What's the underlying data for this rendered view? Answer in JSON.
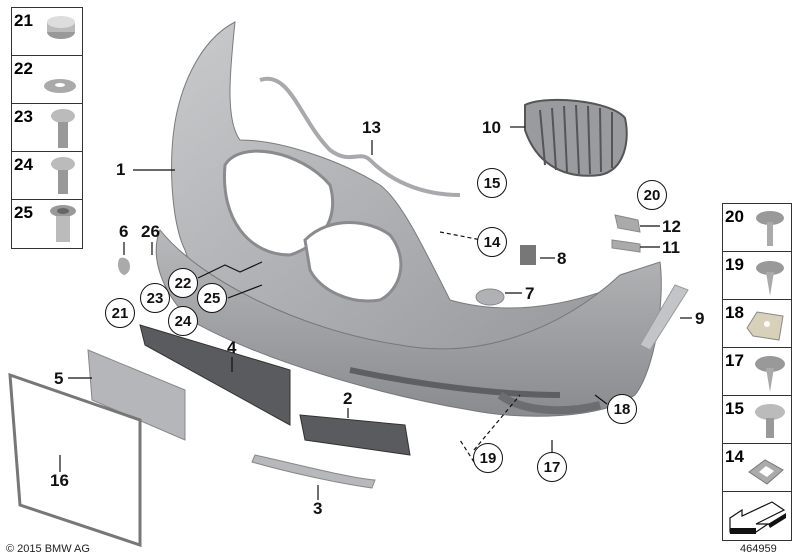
{
  "left_panel": {
    "items": [
      {
        "num": "21",
        "icon": "cap-icon"
      },
      {
        "num": "22",
        "icon": "washer-icon"
      },
      {
        "num": "23",
        "icon": "screw-icon"
      },
      {
        "num": "24",
        "icon": "screw-icon"
      },
      {
        "num": "25",
        "icon": "sleeve-nut-icon"
      }
    ]
  },
  "right_panel": {
    "items": [
      {
        "num": "20",
        "icon": "hex-screw-icon"
      },
      {
        "num": "19",
        "icon": "hex-screw-icon"
      },
      {
        "num": "18",
        "icon": "clip-nut-icon"
      },
      {
        "num": "17",
        "icon": "hex-screw-icon"
      },
      {
        "num": "15",
        "icon": "pan-screw-icon"
      },
      {
        "num": "14",
        "icon": "square-nut-icon"
      }
    ],
    "arrow_icon": "direction-arrow-icon"
  },
  "callouts": {
    "c1": "1",
    "c2": "2",
    "c3": "3",
    "c4": "4",
    "c5": "5",
    "c6": "6",
    "c7": "7",
    "c8": "8",
    "c9": "9",
    "c10": "10",
    "c11": "11",
    "c12": "12",
    "c13": "13",
    "c16": "16",
    "c26": "26"
  },
  "circled": {
    "c14": "14",
    "c15": "15",
    "c17": "17",
    "c18": "18",
    "c19": "19",
    "c20": "20",
    "c21": "21",
    "c22": "22",
    "c23": "23",
    "c24": "24",
    "c25": "25"
  },
  "footer": {
    "copyright": "© 2015 BMW AG",
    "diagram_id": "464959"
  }
}
